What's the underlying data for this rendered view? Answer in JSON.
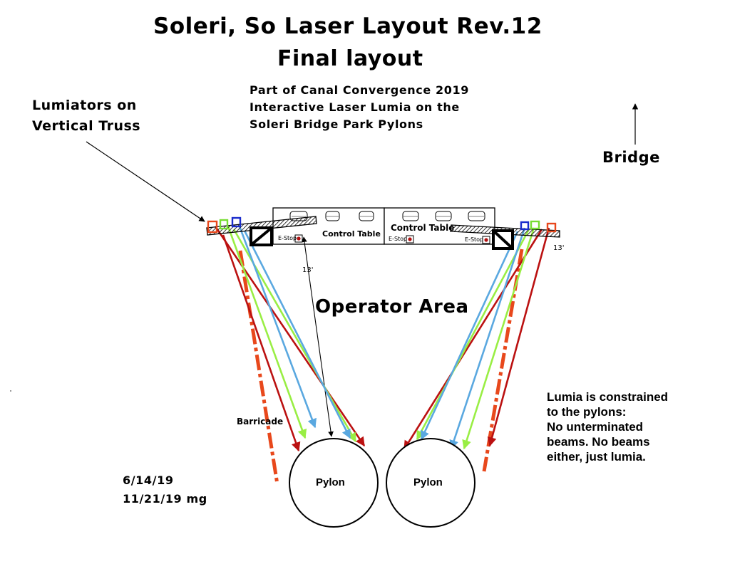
{
  "title": "Soleri, So Laser Layout  Rev.12",
  "subtitle": "Final layout",
  "event_note": [
    "Part of Canal Convergence 2019",
    "Interactive Laser Lumia on the",
    "Soleri Bridge Park Pylons"
  ],
  "lumiators_label": [
    "Lumiators on",
    "Vertical Truss"
  ],
  "bridge_label": "Bridge",
  "control_table_label": "Control Table",
  "estop_label": "E-Stop",
  "operator_area_label": "Operator Area",
  "distance_label": "13'",
  "barricade_label": "Barricade",
  "pylon_label": "Pylon",
  "dates": [
    "6/14/19",
    "11/21/19   mg"
  ],
  "constraint_note": [
    "Lumia is constrained",
    "to the pylons:",
    "No unterminated",
    "beams. No beams",
    "either, just lumia."
  ],
  "colors": {
    "red_beam": "#bb1111",
    "green_beam": "#99ee44",
    "blue_beam": "#5aa8e0",
    "barricade": "#e8481c",
    "projector_red": "#e8481c",
    "projector_blue": "#1a2ccc",
    "projector_green": "#77dd33"
  }
}
